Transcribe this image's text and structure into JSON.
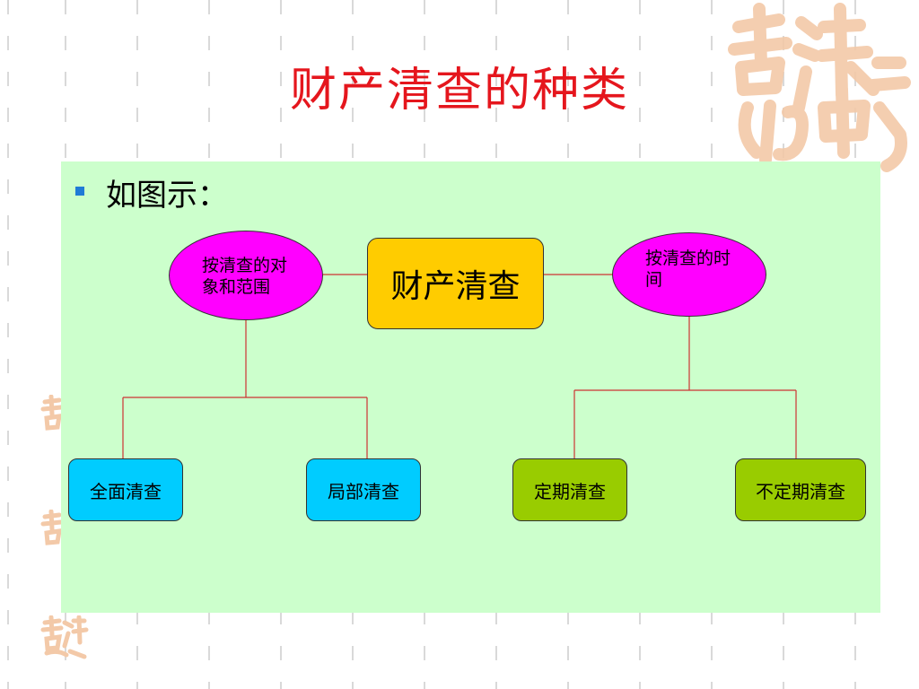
{
  "slide": {
    "title": "财产清查的种类",
    "bullet": "如图示："
  },
  "diagram": {
    "root": "财产清查",
    "branches": [
      {
        "label": "按清查的对象和范围",
        "label_lines": [
          "按清查的对",
          "象和范围"
        ],
        "children": [
          "全面清查",
          "局部清查"
        ]
      },
      {
        "label": "按清查的时间",
        "label_lines": [
          "按清查的时",
          "间"
        ],
        "children": [
          "定期清查",
          "不定期清查"
        ]
      }
    ]
  },
  "colors": {
    "title": "#e5161d",
    "panel_background": "#ccffcc",
    "bullet_marker": "#1f7bd6",
    "root_fill": "#ffcc00",
    "branch_fill": "#ff00ff",
    "leaf_left_fill": "#00ccff",
    "leaf_right_fill": "#99cc00",
    "connector": "#cc3333",
    "decoration": "#f3c9a8"
  },
  "decorations": {
    "seal_icon": "auspicious-seal-icon"
  }
}
